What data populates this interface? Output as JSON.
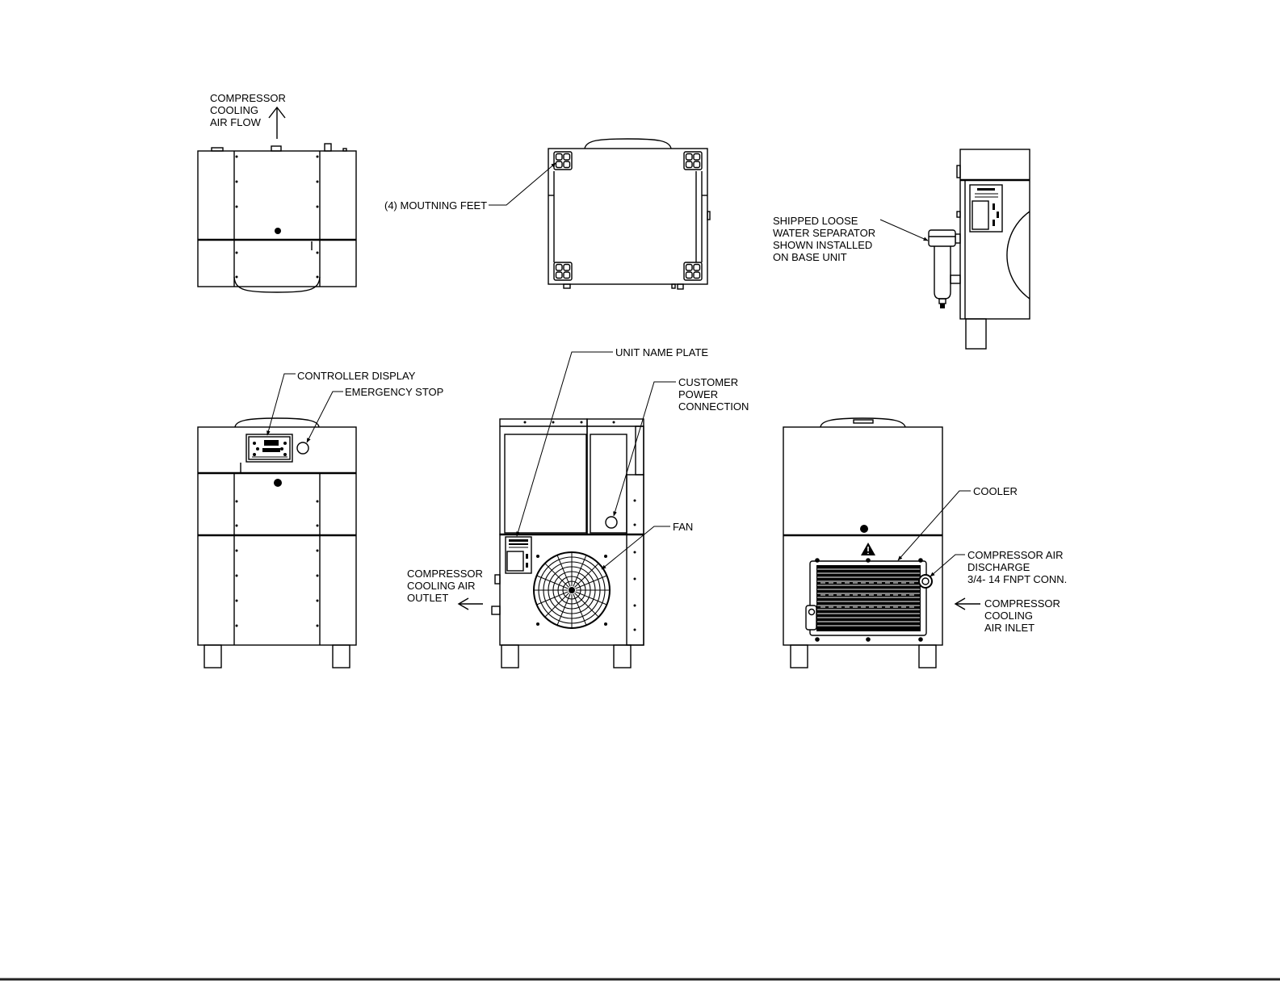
{
  "colors": {
    "line": "#000000",
    "background": "#ffffff"
  },
  "callouts": {
    "air_flow": [
      "COMPRESSOR",
      "COOLING",
      "AIR FLOW"
    ],
    "mounting_feet": "(4) MOUTNING FEET",
    "water_separator": [
      "SHIPPED LOOSE",
      "WATER SEPARATOR",
      "SHOWN INSTALLED",
      "ON BASE UNIT"
    ],
    "controller_display": "CONTROLLER DISPLAY",
    "emergency_stop": "EMERGENCY STOP",
    "unit_name_plate": "UNIT NAME PLATE",
    "customer_power_connection": [
      "CUSTOMER",
      "POWER",
      "CONNECTION"
    ],
    "fan": "FAN",
    "cooling_air_outlet": [
      "COMPRESSOR",
      "COOLING AIR",
      "OUTLET"
    ],
    "cooler": "COOLER",
    "air_discharge": [
      "COMPRESSOR AIR",
      "DISCHARGE",
      "3/4- 14 FNPT CONN."
    ],
    "cooling_air_inlet": [
      "COMPRESSOR",
      "COOLING",
      "AIR INLET"
    ]
  }
}
